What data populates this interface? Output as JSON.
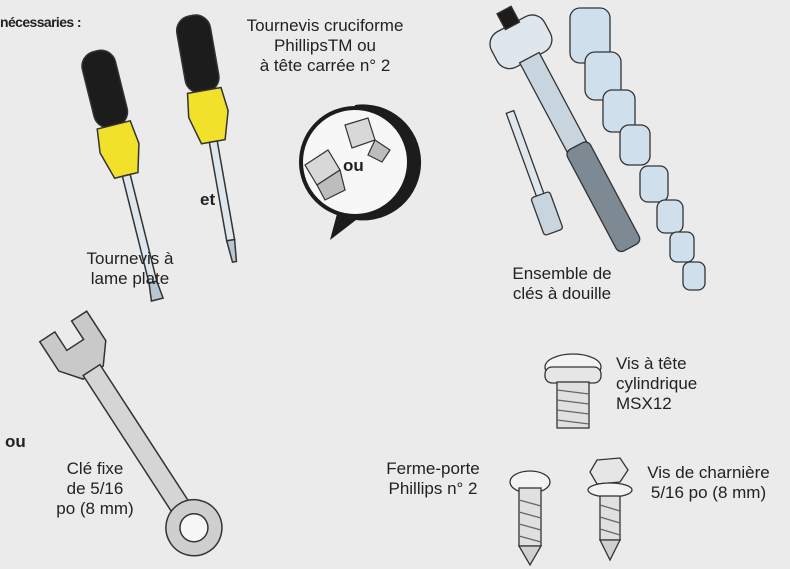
{
  "header": {
    "text": "nécessaries :"
  },
  "labels": {
    "phillips_screwdriver": "Tournevis cruciforme\nPhillipsTM ou\nà tête carrée n° 2",
    "flat_screwdriver": "Tournevis à\nlame plate",
    "et": "et",
    "bubble_ou": "ou",
    "socket_set": "Ensemble de\nclés à douille",
    "pan_head_screw": "Vis à tête\ncylindrique\nMSX12",
    "ou_left": "ou",
    "wrench": "Clé fixe\nde 5/16\npo (8 mm)",
    "closer_screw": "Ferme-porte\nPhillips n° 2",
    "hinge_screw": "Vis de charnière\n5/16 po (8 mm)"
  },
  "colors": {
    "background": "#ebebeb",
    "handle_black": "#1c1c1c",
    "handle_yellow": "#f1e12a",
    "metal_light": "#dfe7ee",
    "metal_mid": "#b7c6d3",
    "outline": "#333333"
  }
}
